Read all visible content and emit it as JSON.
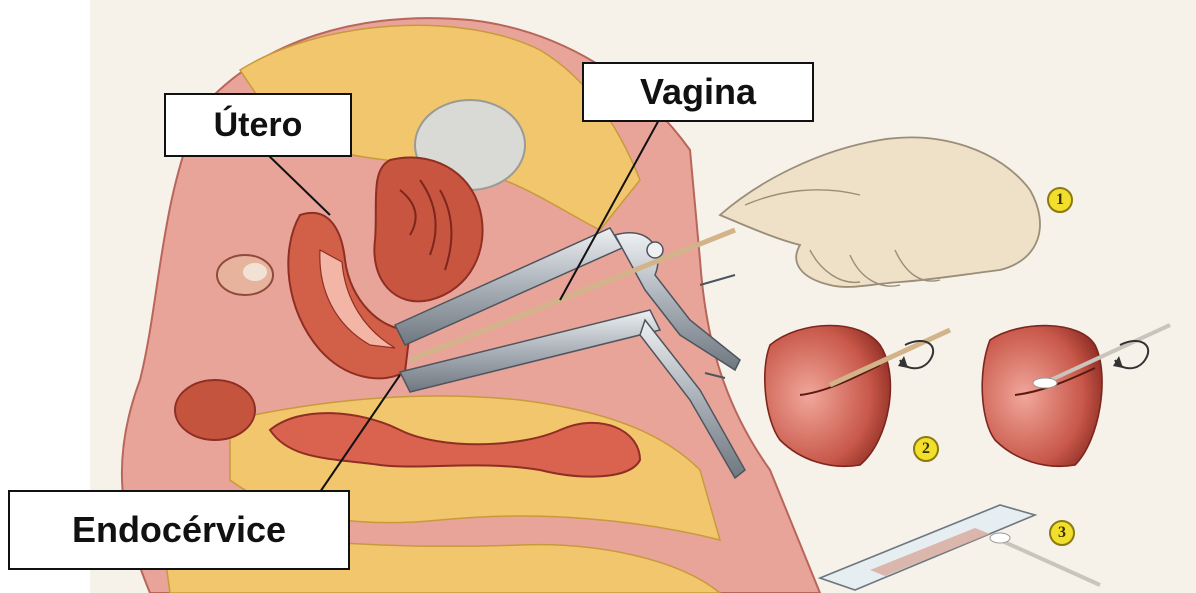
{
  "labels": {
    "utero": "Útero",
    "vagina": "Vagina",
    "endocervice": "Endocérvice"
  },
  "steps": [
    "1",
    "2",
    "3"
  ],
  "colors": {
    "background": "#f6f1e9",
    "tissue_pink": "#e9a49a",
    "tissue_red": "#c9553d",
    "fat_yellow": "#f1c66c",
    "speculum_steel": "#b9bfc6",
    "badge_yellow": "#f2df2b",
    "skin": "#efe0c8"
  },
  "icons": [
    "speculum-icon",
    "hand-icon",
    "swab-icon",
    "rotate-arrow-icon",
    "glass-slide-icon"
  ]
}
